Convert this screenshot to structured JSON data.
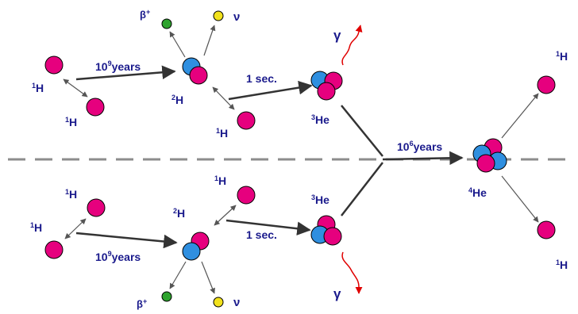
{
  "colors": {
    "proton": "#e6007e",
    "neutron": "#2f8fe0",
    "positron": "#2ea32e",
    "neutrino": "#f2e21c",
    "label": "#1a1a8c",
    "gamma": "#e00000",
    "divider": "#8c8c8c"
  },
  "labels": {
    "h1": "H",
    "h1_mass": "1",
    "h2": "H",
    "h2_mass": "2",
    "he3": "He",
    "he3_mass": "3",
    "he4": "He",
    "he4_mass": "4",
    "beta_plus": "β",
    "beta_plus_sup": "+",
    "neutrino": "ν",
    "gamma": "γ"
  },
  "times": {
    "pp_years_base": "10",
    "pp_years_exp": "9",
    "pp_years_unit": "years",
    "deuterium_time": "1 sec.",
    "he3he3_years_base": "10",
    "he3he3_years_exp": "6",
    "he3he3_years_unit": "years"
  }
}
